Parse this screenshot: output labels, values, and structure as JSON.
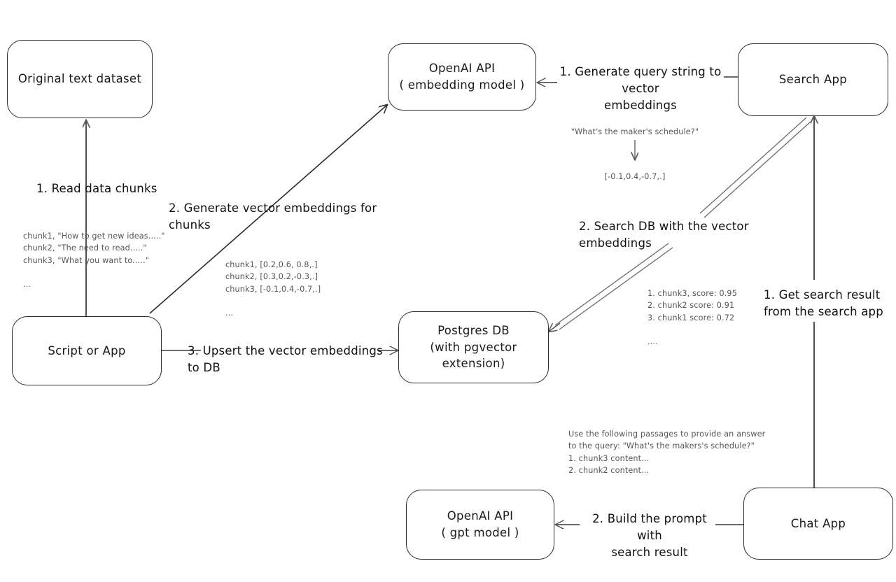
{
  "diagram": {
    "title": "Vector search RAG pipeline",
    "stroke_color": "#2b2b2b",
    "note_color": "#555555"
  },
  "nodes": {
    "original_dataset": {
      "label": "Original text dataset"
    },
    "script_or_app": {
      "label": "Script or App"
    },
    "openai_embedding": {
      "line1": "OpenAI API",
      "line2": "( embedding model )"
    },
    "postgres_db": {
      "line1": "Postgres DB",
      "line2": "(with pgvector extension)"
    },
    "search_app": {
      "label": "Search App"
    },
    "chat_app": {
      "label": "Chat App"
    },
    "openai_gpt": {
      "line1": "OpenAI API",
      "line2": "( gpt model )"
    }
  },
  "edges": {
    "read_data_chunks": "1. Read data chunks",
    "generate_vector_embeddings": "2. Generate vector embeddings for chunks",
    "upsert_to_db": "3. Upsert the vector embeddings  to DB",
    "generate_query_embedding": "1. Generate query string to vector\nembeddings",
    "search_db": "2. Search DB with the vector embeddings",
    "get_search_result": "1. Get search result\nfrom the search app",
    "build_prompt": "2. Build the prompt with\nsearch result"
  },
  "notes": {
    "source_chunks": "chunk1, \"How to get new ideas.....\"\nchunk2, \"The need to read.....\"\nchunk3, \"What you want to.....\"\n\n...",
    "chunk_vectors": "chunk1, [0.2,0.6, 0.8,.]\nchunk2, [0.3,0.2,-0.3,.]\nchunk3, [-0.1,0.4,-0.7,.]\n\n...",
    "query_text": "\"What's the maker's schedule?\"",
    "query_vector": "[-0.1,0.4,-0.7,.]",
    "search_results": "1. chunk3, score: 0.95\n2. chunk2 score: 0.91\n3. chunk1 score: 0.72\n\n....",
    "prompt_text": "Use the following passages to provide an answer\nto the query: \"What's the makers's schedule?\"\n1. chunk3 content...\n2. chunk2 content..."
  }
}
